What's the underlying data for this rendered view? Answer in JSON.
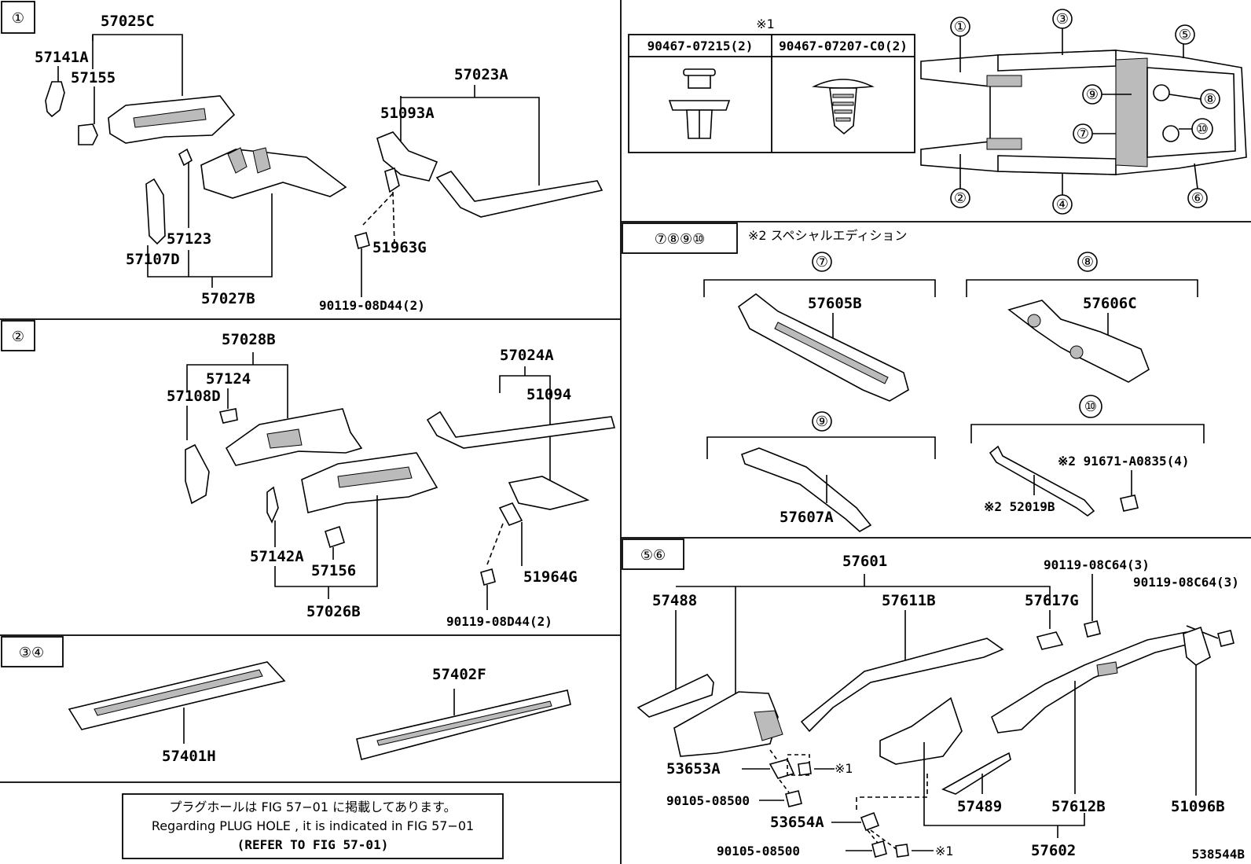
{
  "panels": {
    "p1": {
      "tag": "①"
    },
    "p2": {
      "tag": "②"
    },
    "p34": {
      "tag": "③④"
    },
    "p78910": {
      "tag": "⑦⑧⑨⑩",
      "note": "※2 スペシャルエディション"
    },
    "p56": {
      "tag": "⑤⑥"
    }
  },
  "overview": {
    "numbers": [
      "①",
      "②",
      "③",
      "④",
      "⑤",
      "⑥",
      "⑦",
      "⑧",
      "⑨",
      "⑩"
    ]
  },
  "clip_table": {
    "mark": "※1",
    "headers": [
      "90467-07215(2)",
      "90467-07207-C0(2)"
    ]
  },
  "labels": {
    "p1": [
      "57025C",
      "57141A",
      "57155",
      "57023A",
      "51093A",
      "57123",
      "57107D",
      "51963G",
      "57027B",
      "90119-08D44(2)"
    ],
    "p2": [
      "57028B",
      "57124",
      "57108D",
      "57024A",
      "51094",
      "57142A",
      "57156",
      "51964G",
      "57026B",
      "90119-08D44(2)"
    ],
    "p34": [
      "57401H",
      "57402F"
    ],
    "p78910": [
      "57605B",
      "57606C",
      "57607A",
      "※2 91671-A0835(4)",
      "※2 52019B"
    ],
    "p56": [
      "57601",
      "57488",
      "57611B",
      "57617G",
      "90119-08C64(3)",
      "90119-08C64(3)",
      "53653A",
      "※1",
      "90105-08500",
      "53654A",
      "90105-08500",
      "※1",
      "57489",
      "57612B",
      "51096B",
      "57602"
    ],
    "sub": [
      "⑦",
      "⑧",
      "⑨",
      "⑩"
    ]
  },
  "notice": {
    "line1": "プラグホールは FIG 57−01 に掲載してあります。",
    "line2": "Regarding  PLUG  HOLE , it is indicated in FIG  57−01",
    "line3": "(REFER TO FIG 57-01)"
  },
  "figure_id": "538544B"
}
